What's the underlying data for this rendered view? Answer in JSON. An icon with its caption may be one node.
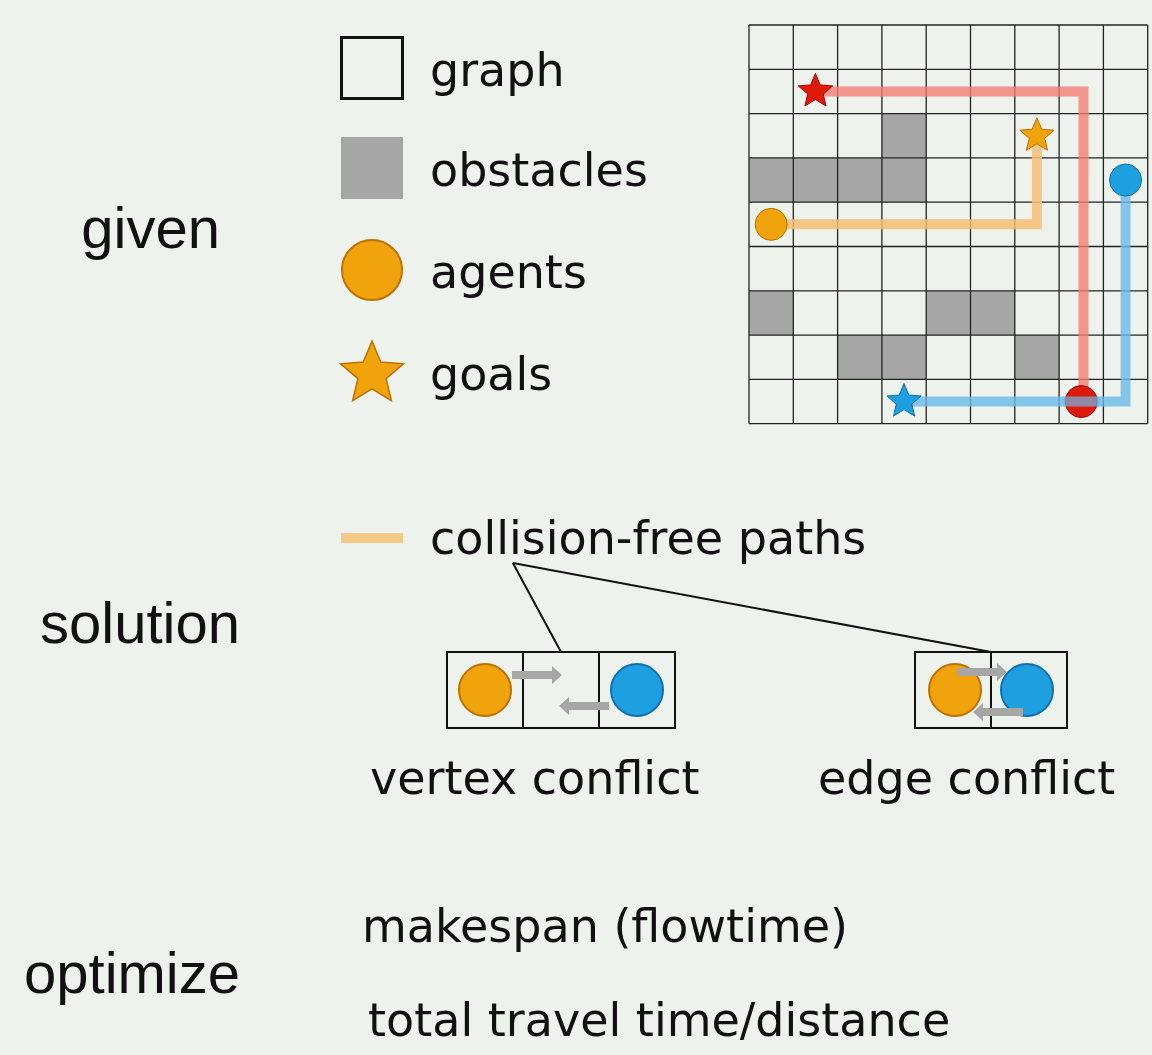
{
  "diagram": {
    "nodes": [
      {
        "text": [
          "collision-free paths"
        ]
      },
      {
        "text": [],
        "shape": "picture",
        "beside": [
          "vertex conflict"
        ]
      },
      {
        "text": [],
        "shape": "picture",
        "beside": [
          "edge conflict"
        ]
      }
    ],
    "edges": [
      {
        "from": 0,
        "to": 1,
        "arrow": "none"
      },
      {
        "from": 0,
        "to": 2,
        "arrow": "none"
      }
    ],
    "labels": [
      "given",
      "solution",
      "optimize",
      "makespan (flowtime)",
      "total travel time/distance"
    ],
    "legend": [
      {
        "text": "graph"
      },
      {
        "text": "obstacles",
        "color": "#a6a6a6"
      },
      {
        "text": "agents"
      },
      {
        "text": "goals"
      }
    ]
  }
}
